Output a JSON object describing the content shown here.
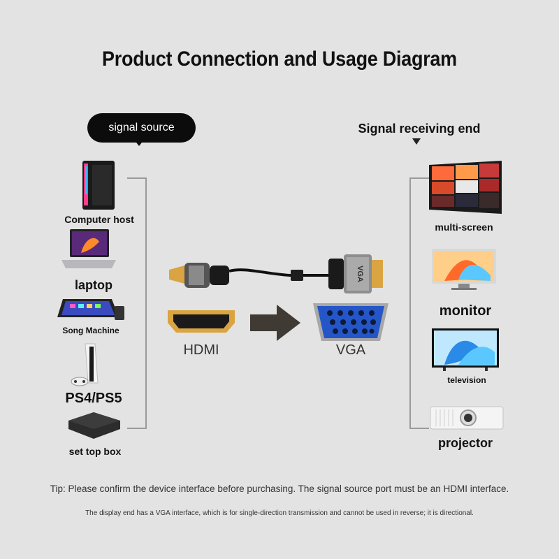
{
  "title": "Product Connection and Usage Diagram",
  "source_header": "signal source",
  "receiver_header": "Signal receiving end",
  "sources": [
    {
      "label": "Computer host",
      "icon": "computer-tower-icon"
    },
    {
      "label": "laptop",
      "icon": "laptop-icon"
    },
    {
      "label": "Song Machine",
      "icon": "song-machine-icon"
    },
    {
      "label": "PS4/PS5",
      "icon": "game-console-icon"
    },
    {
      "label": "set top box",
      "icon": "set-top-box-icon"
    }
  ],
  "receivers": [
    {
      "label": "multi-screen",
      "icon": "video-wall-icon"
    },
    {
      "label": "monitor",
      "icon": "monitor-icon"
    },
    {
      "label": "television",
      "icon": "television-icon"
    },
    {
      "label": "projector",
      "icon": "projector-icon"
    }
  ],
  "connectors": {
    "input": "HDMI",
    "output": "VGA",
    "plug_text": "VGA",
    "arrow_icon": "arrow-right-icon"
  },
  "tips": [
    "Tip: Please confirm the device interface before purchasing. The signal source port must be an HDMI interface.",
    "The display end has a VGA interface, which is for single-direction transmission and cannot be used in reverse; it is directional."
  ],
  "colors": {
    "background": "#e3e3e3",
    "pill": "#0c0c0c",
    "vga_blue": "#2456c8",
    "hdmi_gold": "#d9a441",
    "arrow": "#3f3a33"
  }
}
